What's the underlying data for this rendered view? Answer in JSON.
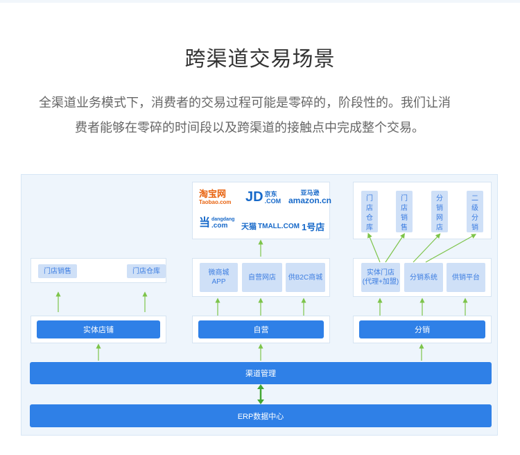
{
  "header": {
    "title": "跨渠道交易场景",
    "desc_line1": "全渠道业务模式下，消费者的交易过程可能是零碎的，阶段性的。我们让消",
    "desc_line2": "费者能够在零碎的时间段以及跨渠道的接触点中完成整个交易。"
  },
  "offline": {
    "items": [
      "门店销售",
      "门店仓库"
    ],
    "bar": "实体店铺"
  },
  "self_run": {
    "platforms": {
      "taobao_cn": "淘宝网",
      "taobao_en": "Taobao.com",
      "jd": "JD",
      "jd_cn": "京东",
      "jd_com": ".COM",
      "amazon_cn": "亚马逊",
      "amazon": "amazon.cn",
      "dangdang": "dangdang",
      "dangdang_com": ".com",
      "tmall_cn": "天猫",
      "tmall": "TMALL.COM",
      "yhd": "1号店"
    },
    "items": [
      "微商城\nAPP",
      "自营网店",
      "供B2C商城"
    ],
    "bar": "自营"
  },
  "distribution": {
    "top_items": [
      "门\n店\n仓\n库",
      "门\n店\n销\n售",
      "分\n销\n网\n店",
      "二\n级\n分\n销"
    ],
    "items": [
      "实体门店\n(代理+加盟)",
      "分销系统",
      "供销平台"
    ],
    "bar": "分销"
  },
  "channel_bar": "渠道管理",
  "erp_bar": "ERP数据中心",
  "colors": {
    "accent": "#2f80e7",
    "chip": "#cfe0f7",
    "arrow": "#7dc44a",
    "bg": "#eef5fc"
  }
}
